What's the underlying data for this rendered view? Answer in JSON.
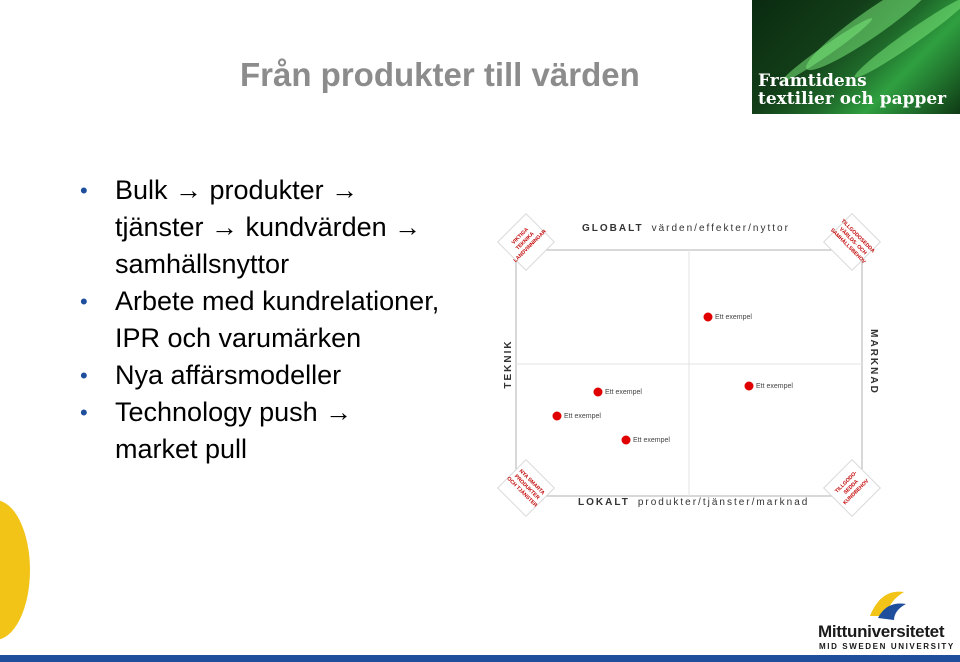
{
  "slide": {
    "title": "Från produkter till värden",
    "bullets": [
      [
        "Bulk → produkter →",
        "tjänster → kundvärden →",
        "samhällsnyttor"
      ],
      [
        "Arbete med kundrelationer,",
        "IPR och varumärken"
      ],
      [
        "Nya affärsmodeller"
      ],
      [
        "Technology push →",
        "market pull"
      ]
    ]
  },
  "header_logo": {
    "line1": "Framtidens",
    "line2": "textilier och papper"
  },
  "diagram": {
    "top_label_bold": "GLOBALT",
    "top_label_rest": "värden/effekter/nyttor",
    "bottom_label_bold": "LOKALT",
    "bottom_label_rest": "produkter/tjänster/marknad",
    "left_label": "TEKNIK",
    "right_label": "MARKNAD",
    "corner_top_left": [
      "VIKTIGA",
      "TEKNIKA",
      "LANDVINNINGAR"
    ],
    "corner_top_right": [
      "TILLGODOSEDDA",
      "VÄRLDS- OCH",
      "SAMHÄLLSBEHOV"
    ],
    "corner_bottom_left": [
      "NYA SMARTA",
      "PRODUKTER",
      "OCH TJÄNSTER"
    ],
    "corner_bottom_right": [
      "TILLGODO-",
      "SEDDA",
      "KUNDBEHOV"
    ],
    "points": [
      {
        "label": "Ett exempel"
      },
      {
        "label": "Ett exempel"
      },
      {
        "label": "Ett exempel"
      },
      {
        "label": "Ett exempel"
      },
      {
        "label": "Ett exempel"
      }
    ],
    "point_color": "#e00000"
  },
  "footer_logo": {
    "name": "Mittuniversitetet",
    "sub": "MID SWEDEN UNIVERSITY"
  },
  "colors": {
    "title": "#8c8c8c",
    "bullet": "#1f4e9c",
    "accent_yellow": "#f2c418",
    "accent_blue": "#1f4e9c"
  }
}
